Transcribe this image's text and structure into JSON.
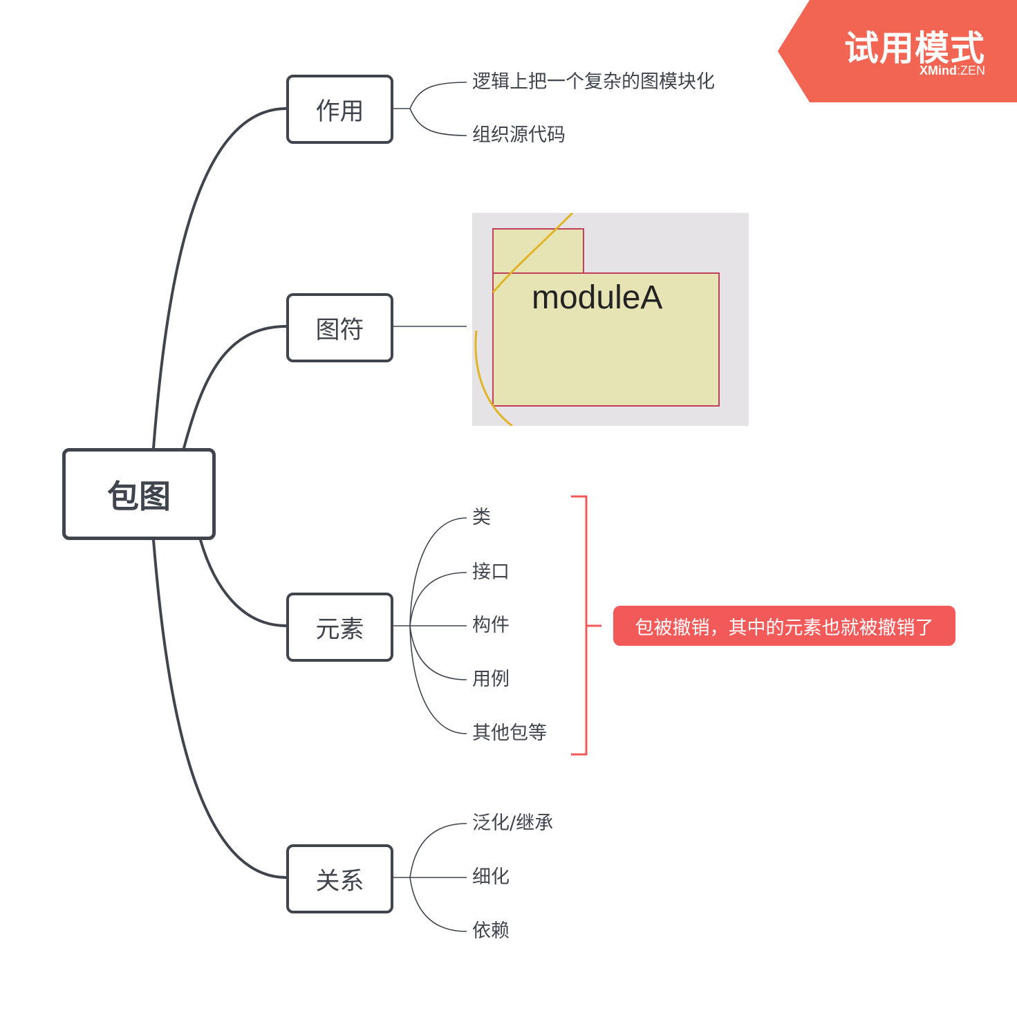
{
  "colors": {
    "line": "#3f444d",
    "text": "#3f444d",
    "callout_bg": "#f25a5a",
    "bracket": "#f25a5a",
    "badge_bg": "#f26552"
  },
  "central_topic": "包图",
  "main_topics": [
    {
      "label": "作用",
      "subtopics": [
        "逻辑上把一个复杂的图模块化",
        "组织源代码"
      ]
    },
    {
      "label": "图符",
      "image_label": "moduleA"
    },
    {
      "label": "元素",
      "subtopics": [
        "类",
        "接口",
        "构件",
        "用例",
        "其他包等"
      ]
    },
    {
      "label": "关系",
      "subtopics": [
        "泛化/继承",
        "细化",
        "依赖"
      ]
    }
  ],
  "summary_callout": "包被撤销，其中的元素也就被撤销了",
  "trial_badge": {
    "title": "试用模式",
    "brand_strong": "XMind",
    "brand_sep": ":",
    "brand_light": "ZEN"
  }
}
